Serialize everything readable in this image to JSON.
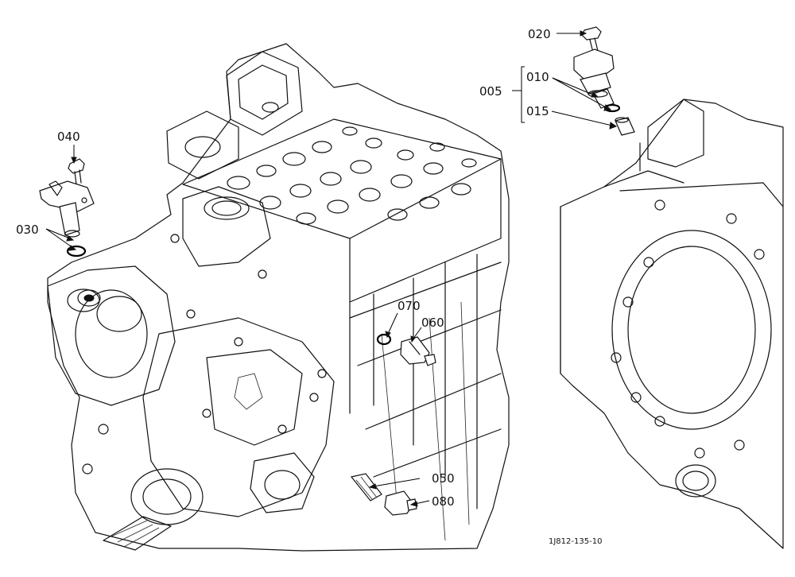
{
  "callouts": {
    "c005": "005",
    "c010": "010",
    "c015": "015",
    "c020": "020",
    "c030": "030",
    "c040": "040",
    "c050": "050",
    "c060": "060",
    "c070": "070",
    "c080": "080"
  },
  "figure_code": "1J812-135-10"
}
